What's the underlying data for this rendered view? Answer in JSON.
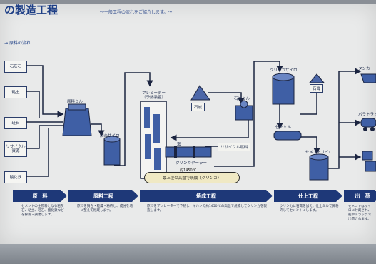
{
  "header": {
    "title": "の製造工程",
    "subtitle": "〜一般工程の流れをご紹介します。〜"
  },
  "flow_label": "原料の流れ",
  "raw_materials": [
    "石灰石",
    "粘土",
    "珪石",
    "リサイクル資源",
    "酸化鉄"
  ],
  "equipment": {
    "raw_mill": "原料ミル",
    "raw_silo": "調合サイロ",
    "preheater": "プレヒーター（予熱装置）",
    "coal": "石炭",
    "coal_mill": "石炭ミル",
    "kiln": "窯",
    "recycled_fuel": "リサイクル燃料",
    "clinker_cooler": "クリンカクーラー",
    "clinker_silo": "クリンカサイロ",
    "gypsum": "石膏",
    "finish_mill": "仕上ミル",
    "cement_silo": "セメントサイロ",
    "ship": "タンカー",
    "truck": "バラトラック"
  },
  "callout": {
    "top": "約1450℃",
    "text": "最上位の高温で焼成（クリンカ）"
  },
  "stages": [
    {
      "label": "原　料",
      "desc": "セメントの主原料となる石灰石、粘土、珪石、酸化鉄などを採掘・調達します。"
    },
    {
      "label": "原料工程",
      "desc": "原料を調合・乾燥・粉砕し、成分を均一に整えて貯蔵します。"
    },
    {
      "label": "焼成工程",
      "desc": "原料をプレヒーターで予熱し、キルンで約1450℃の高温で焼成してクリンカを製造します。"
    },
    {
      "label": "仕上工程",
      "desc": "クリンカに石膏を加え、仕上ミルで微粉砕してセメントにします。"
    },
    {
      "label": "出　荷",
      "desc": "セメントはサイロに貯蔵され、船やトラックで出荷されます。"
    }
  ],
  "colors": {
    "band": "#1e3878",
    "equipment": "#3f5fa5",
    "line": "#1b2440",
    "board": "#e9eaea"
  }
}
